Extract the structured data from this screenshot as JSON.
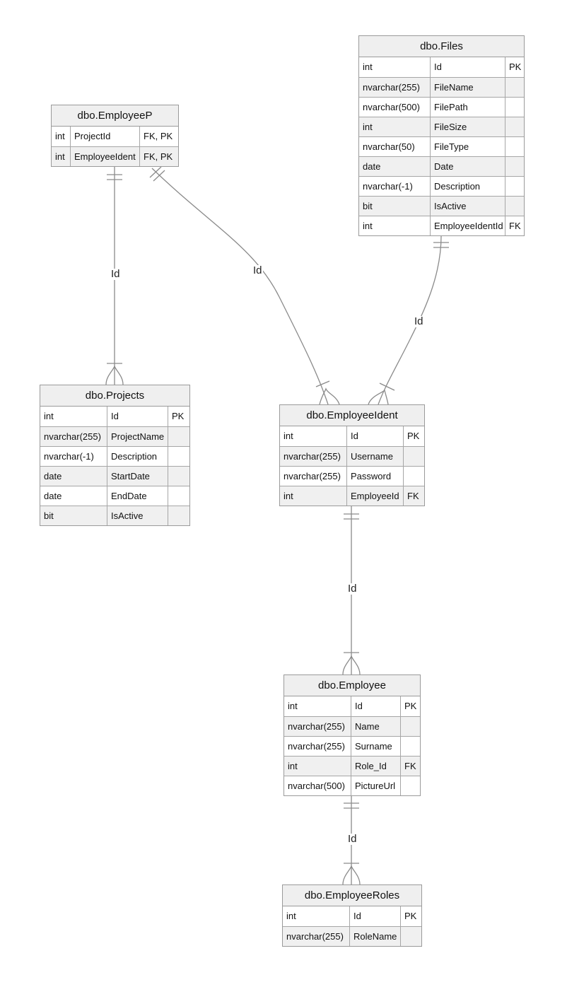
{
  "tables": [
    {
      "id": "files",
      "name": "dbo.Files",
      "cols": [
        100,
        106,
        29
      ],
      "rows": [
        [
          "int",
          "Id",
          "PK"
        ],
        [
          "nvarchar(255)",
          "FileName",
          ""
        ],
        [
          "nvarchar(500)",
          "FilePath",
          ""
        ],
        [
          "int",
          "FileSize",
          ""
        ],
        [
          "nvarchar(50)",
          "FileType",
          ""
        ],
        [
          "date",
          "Date",
          ""
        ],
        [
          "nvarchar(-1)",
          "Description",
          ""
        ],
        [
          "bit",
          "IsActive",
          ""
        ],
        [
          "int",
          "EmployeeIdentId",
          "FK"
        ]
      ]
    },
    {
      "id": "employeep",
      "name": "dbo.EmployeeP",
      "cols": [
        26,
        98,
        55
      ],
      "rows": [
        [
          "int",
          "ProjectId",
          "FK, PK"
        ],
        [
          "int",
          "EmployeeIdent",
          "FK, PK"
        ]
      ]
    },
    {
      "id": "projects",
      "name": "dbo.Projects",
      "cols": [
        94,
        86,
        31
      ],
      "rows": [
        [
          "int",
          "Id",
          "PK"
        ],
        [
          "nvarchar(255)",
          "ProjectName",
          ""
        ],
        [
          "nvarchar(-1)",
          "Description",
          ""
        ],
        [
          "date",
          "StartDate",
          ""
        ],
        [
          "date",
          "EndDate",
          ""
        ],
        [
          "bit",
          "IsActive",
          ""
        ]
      ]
    },
    {
      "id": "employeeident",
      "name": "dbo.EmployeeIdent",
      "cols": [
        94,
        80,
        30
      ],
      "rows": [
        [
          "int",
          "Id",
          "PK"
        ],
        [
          "nvarchar(255)",
          "Username",
          ""
        ],
        [
          "nvarchar(255)",
          "Password",
          ""
        ],
        [
          "int",
          "EmployeeId",
          "FK"
        ]
      ]
    },
    {
      "id": "employee",
      "name": "dbo.Employee",
      "cols": [
        94,
        70,
        29
      ],
      "rows": [
        [
          "int",
          "Id",
          "PK"
        ],
        [
          "nvarchar(255)",
          "Name",
          ""
        ],
        [
          "nvarchar(255)",
          "Surname",
          ""
        ],
        [
          "int",
          "Role_Id",
          "FK"
        ],
        [
          "nvarchar(500)",
          "PictureUrl",
          ""
        ]
      ]
    },
    {
      "id": "employeeroles",
      "name": "dbo.EmployeeRoles",
      "cols": [
        94,
        72,
        31
      ],
      "rows": [
        [
          "int",
          "Id",
          "PK"
        ],
        [
          "nvarchar(255)",
          "RoleName",
          ""
        ]
      ]
    }
  ],
  "relationships": [
    {
      "id": "employeep-projects",
      "label": "Id"
    },
    {
      "id": "employeep-employeeident",
      "label": "Id"
    },
    {
      "id": "files-employeeident",
      "label": "Id"
    },
    {
      "id": "employeeident-employee",
      "label": "Id"
    },
    {
      "id": "employee-employeeroles",
      "label": "Id"
    }
  ]
}
